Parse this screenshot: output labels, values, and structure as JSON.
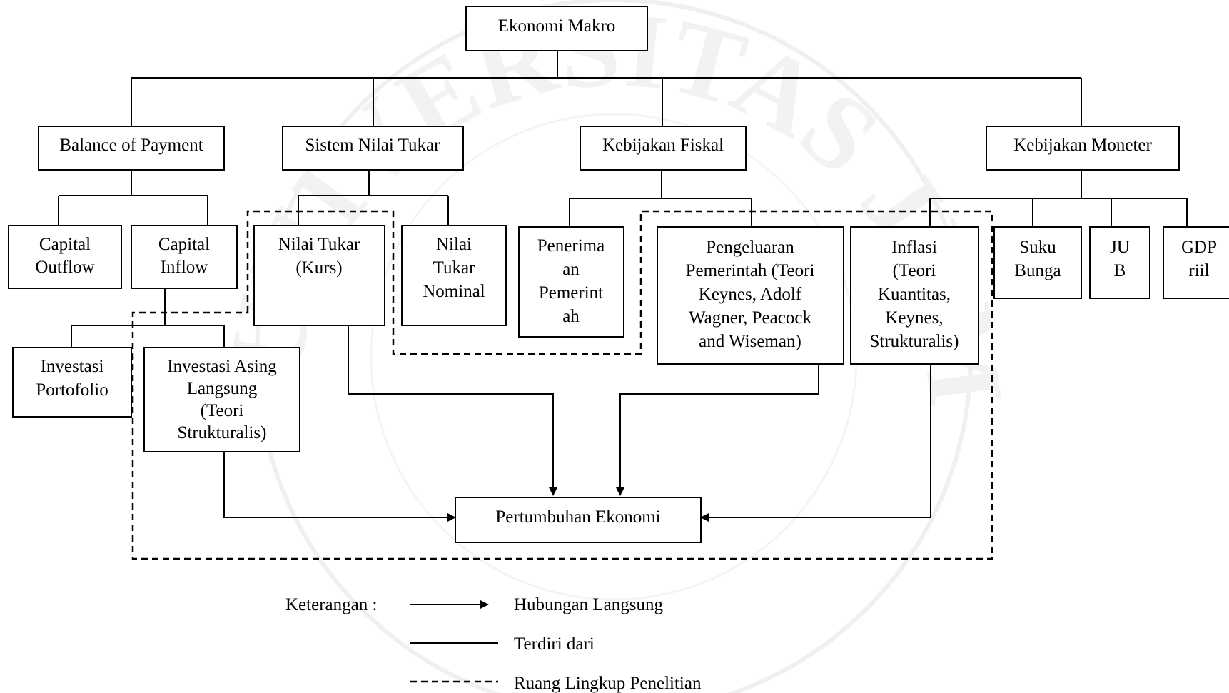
{
  "watermark": {
    "ring_text": "UNIVERSITAS JEMBER"
  },
  "nodes": {
    "ekonomi_makro": [
      "Ekonomi Makro"
    ],
    "balance_of_payment": [
      "Balance of Payment"
    ],
    "sistem_nilai_tukar": [
      "Sistem Nilai Tukar"
    ],
    "kebijakan_fiskal": [
      "Kebijakan Fiskal"
    ],
    "kebijakan_moneter": [
      "Kebijakan Moneter"
    ],
    "capital_outflow": [
      "Capital",
      "Outflow"
    ],
    "capital_inflow": [
      "Capital",
      "Inflow"
    ],
    "nilai_tukar_kurs": [
      "Nilai Tukar",
      "(Kurs)"
    ],
    "nilai_tukar_nominal": [
      "Nilai",
      "Tukar",
      "Nominal"
    ],
    "penerimaan_pemerintah": [
      "Penerima",
      "an",
      "Pemerint",
      "ah"
    ],
    "pengeluaran_pemerintah": [
      "Pengeluaran",
      "Pemerintah (Teori",
      "Keynes, Adolf",
      "Wagner, Peacock",
      "and Wiseman)"
    ],
    "inflasi": [
      "Inflasi",
      "(Teori",
      "Kuantitas,",
      "Keynes,",
      "Strukturalis)"
    ],
    "suku_bunga": [
      "Suku",
      "Bunga"
    ],
    "jub": [
      "JU",
      "B"
    ],
    "gdp_riil": [
      "GDP",
      "riil"
    ],
    "investasi_portofolio": [
      "Investasi",
      "Portofolio"
    ],
    "investasi_asing_langsung": [
      "Investasi Asing",
      "Langsung",
      "(Teori",
      "Strukturalis)"
    ],
    "pertumbuhan_ekonomi": [
      "Pertumbuhan Ekonomi"
    ]
  },
  "legend": {
    "title": "Keterangan :",
    "direct": "Hubungan Langsung",
    "consists": "Terdiri dari",
    "scope": "Ruang Lingkup Penelitian"
  }
}
